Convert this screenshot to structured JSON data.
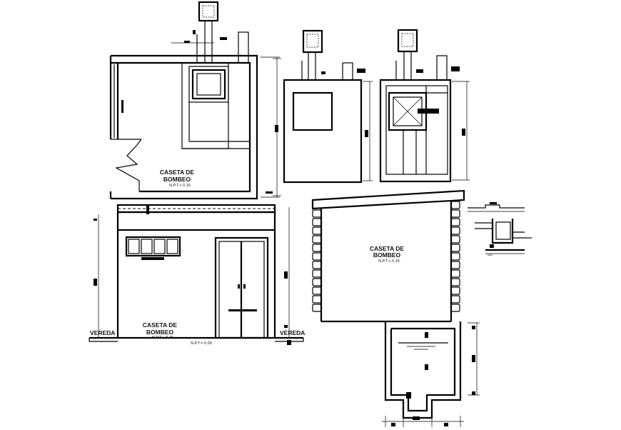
{
  "plan": {
    "room_line1": "CASETA DE",
    "room_line2": "BOMBEO",
    "level": "N.P.T.+ 0.15"
  },
  "front_elevation": {
    "room_line1": "CASETA DE",
    "room_line2": "BOMBEO",
    "level_small": "N.P.T.+ 0.15",
    "level": "N.P.T.= 0.00",
    "walkway_left": "VEREDA",
    "walkway_right": "VEREDA"
  },
  "side_elevation": {
    "room_line1": "CASETA DE",
    "room_line2": "BOMBEO",
    "level": "N.P.T.+ 0.15"
  }
}
